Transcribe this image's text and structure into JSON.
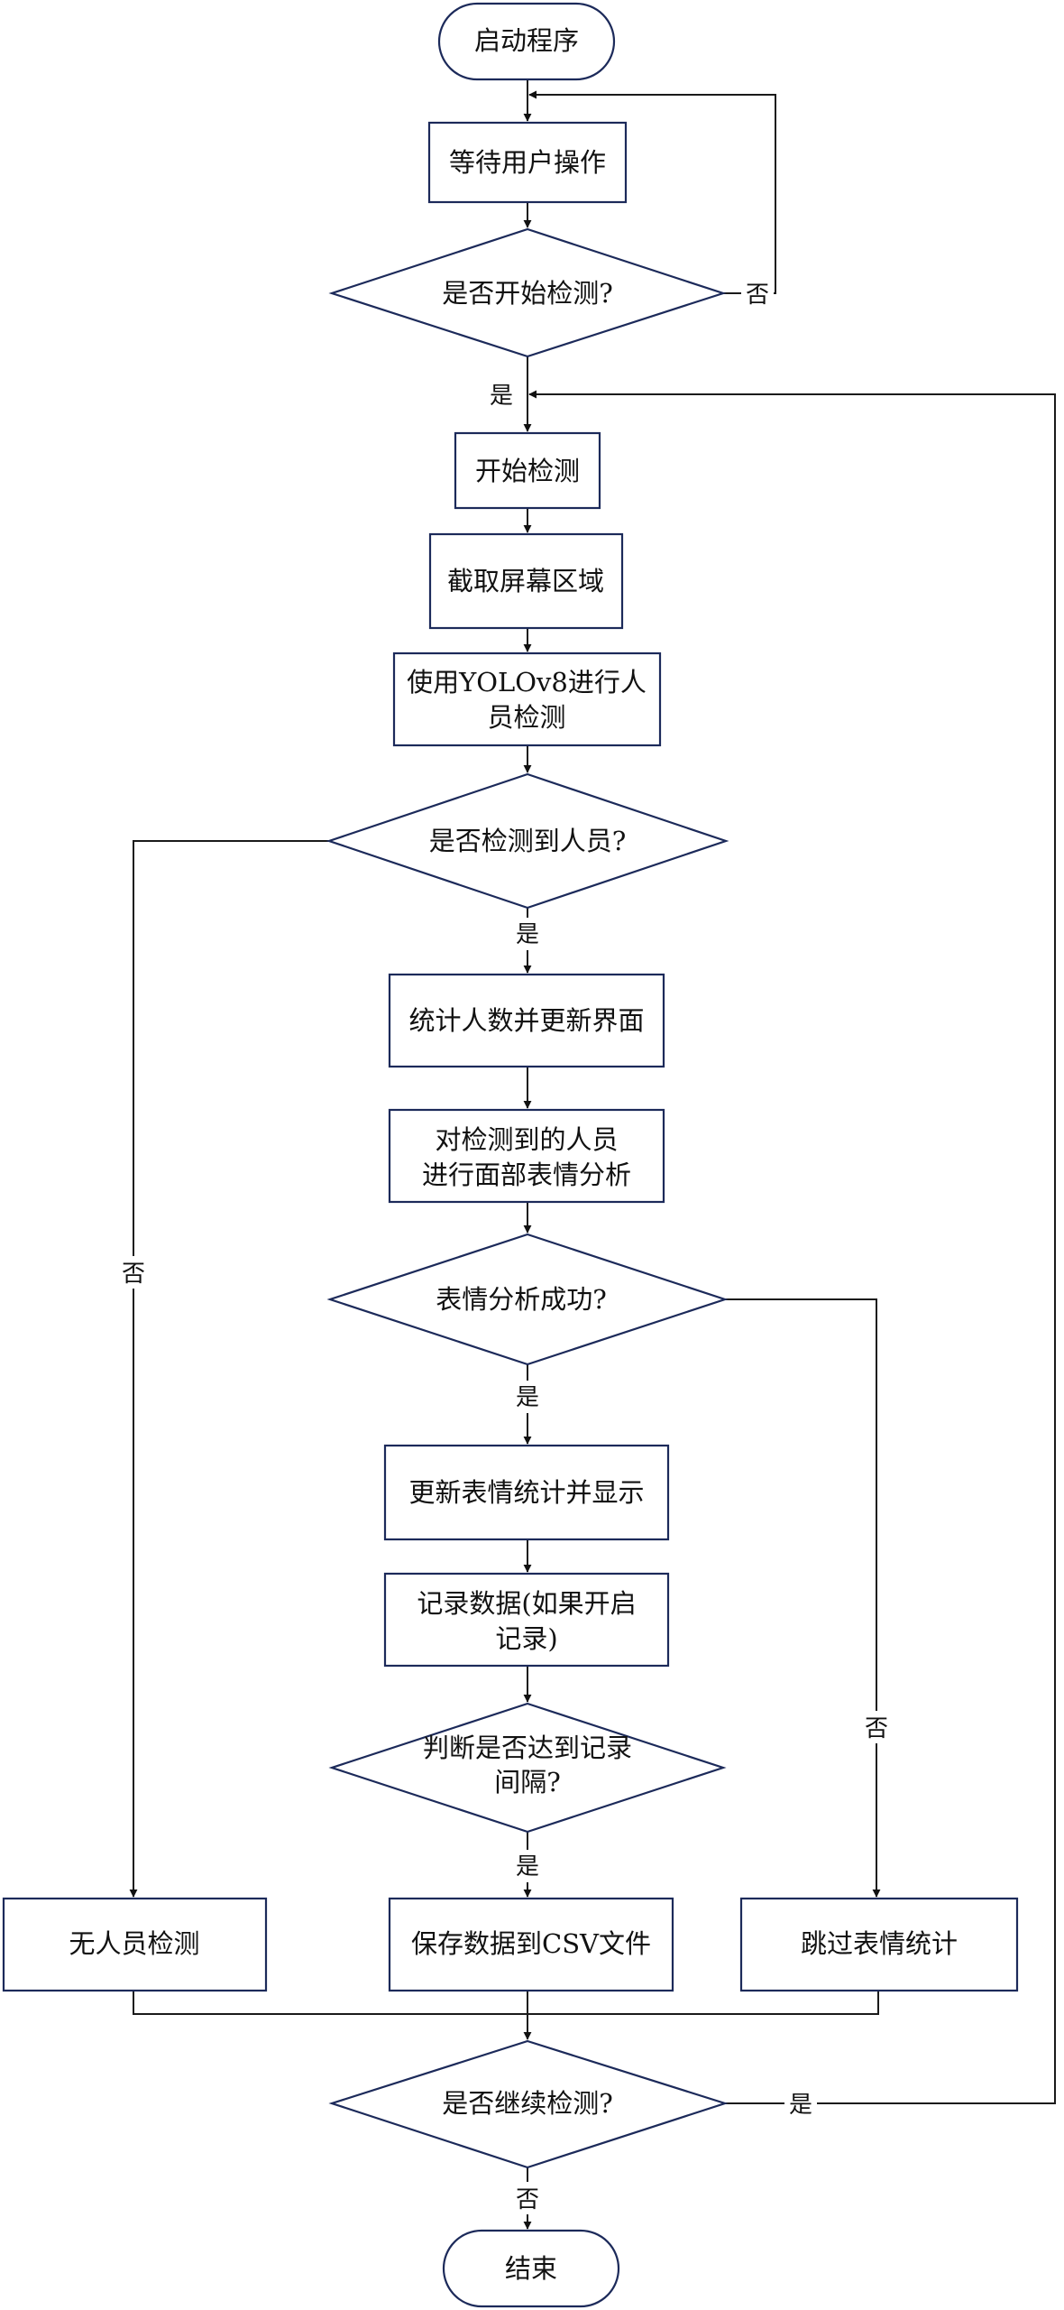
{
  "nodes": {
    "start": "启动程序",
    "wait": "等待用户操作",
    "start_q": "是否开始检测?",
    "begin": "开始检测",
    "capture": "截取屏幕区域",
    "yolo_1": "使用YOLOv8进行人",
    "yolo_2": "员检测",
    "person_q": "是否检测到人员?",
    "count": "统计人数并更新界面",
    "face_1": "对检测到的人员",
    "face_2": "进行面部表情分析",
    "expr_q": "表情分析成功?",
    "update_expr": "更新表情统计并显示",
    "record_1": "记录数据(如果开启",
    "record_2": "记录)",
    "interval_1": "判断是否达到记录",
    "interval_2": "间隔?",
    "no_person": "无人员检测",
    "save_csv": "保存数据到CSV文件",
    "skip_expr": "跳过表情统计",
    "continue_q": "是否继续检测?",
    "end": "结束"
  },
  "edges": {
    "yes": "是",
    "no": "否"
  }
}
